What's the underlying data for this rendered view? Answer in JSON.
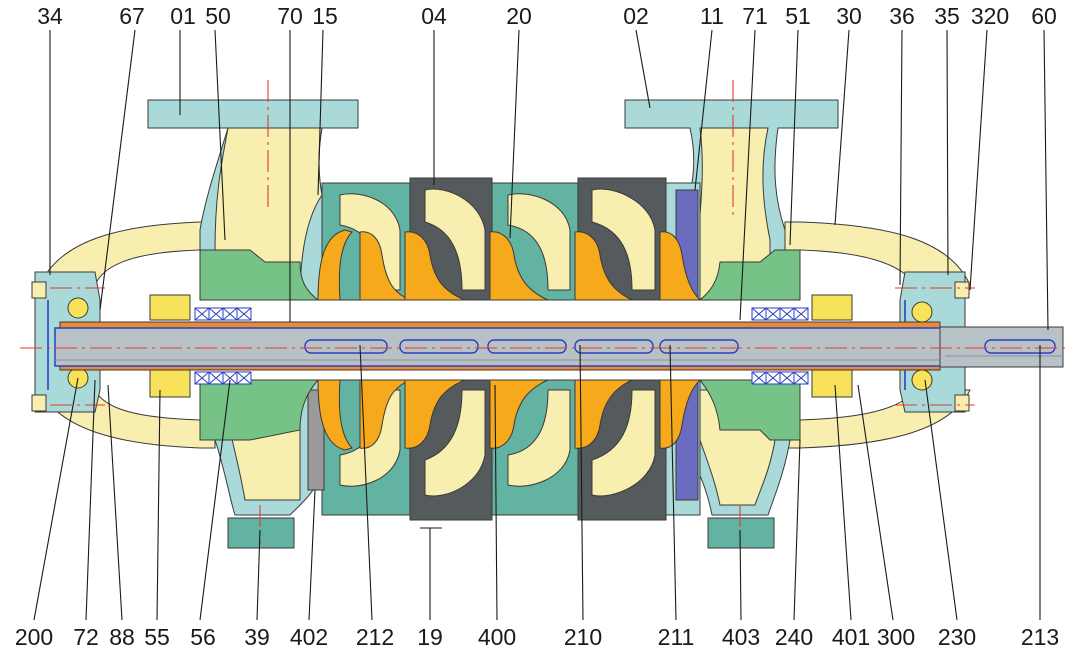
{
  "labels_top": [
    "34",
    "67",
    "01",
    "50",
    "70",
    "15",
    "04",
    "20",
    "02",
    "11",
    "71",
    "51",
    "30",
    "36",
    "35",
    "320",
    "60"
  ],
  "labels_bottom": [
    "200",
    "72",
    "88",
    "55",
    "56",
    "39",
    "402",
    "212",
    "19",
    "400",
    "210",
    "211",
    "403",
    "240",
    "401",
    "300",
    "230",
    "213"
  ],
  "colors": {
    "casing_cyan": "#aad9d9",
    "casing_teal": "#63b3a3",
    "volute_cream": "#f7eeb0",
    "impeller_orange": "#f6a91a",
    "diffuser_dark": "#555a5c",
    "seal_green": "#77c287",
    "shaft_grey": "#b8c2c6",
    "bearing_yellow": "#f7e25a",
    "sleeve_orange": "#e98b36",
    "axis_red": "#e23b2e",
    "stage_purple": "#6b6cc0"
  }
}
